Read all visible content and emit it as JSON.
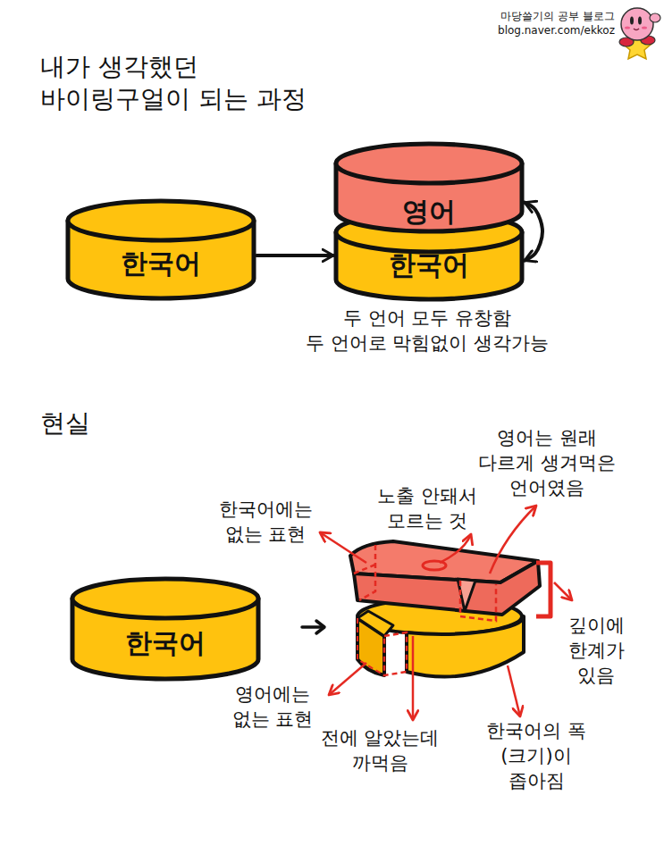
{
  "diagram": {
    "title": "내가 생각했던 바이링구얼이 되는 과정",
    "nodes": [
      {
        "text": [
          "한국어"
        ]
      },
      {
        "text": [
          "영어"
        ]
      },
      {
        "text": [
          "한국어"
        ]
      },
      {
        "text": [
          "한국어"
        ]
      }
    ],
    "edges": [
      {
        "from": 0,
        "to": 2,
        "arrow": "to"
      },
      {
        "from": 1,
        "to": 2,
        "arrow": "both"
      }
    ],
    "labels": [
      "마당쓸기의 공부 블로그",
      "blog.naver.com/ekkoz",
      "두 언어 모두 유창함",
      "두 언어로 막힘없이 생각가능",
      "현실",
      "영어는 원래 다르게 생겨먹은 언어였음",
      "노출 안돼서 모르는 것",
      "한국어에는 없는 표현",
      "깊이에 한계가 있음",
      "영어에는 없는 표현",
      "전에 알았는데 까먹음",
      "한국어의 폭(크기)이 좁아짐"
    ]
  }
}
